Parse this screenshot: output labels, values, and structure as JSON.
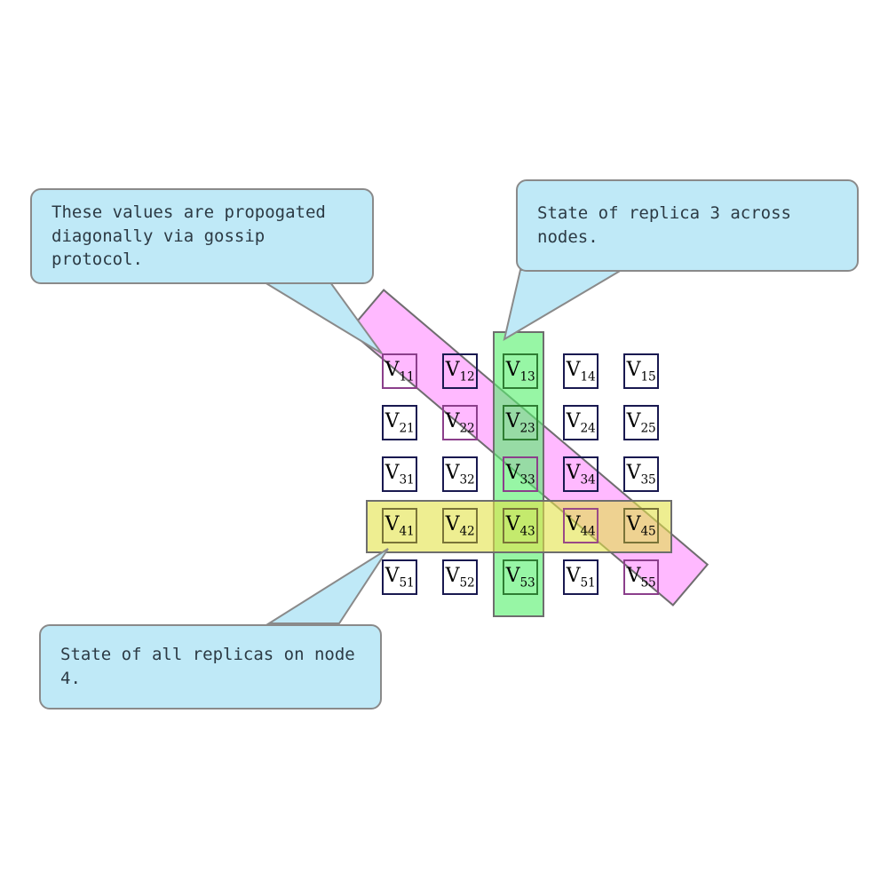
{
  "diagram": {
    "title": "Replicated value grid with gossip propagation",
    "colors": {
      "cell_border": "#191950",
      "column_highlight": "#57f06e",
      "row_highlight": "#e2e248",
      "diagonal_highlight": "#ff78ff",
      "callout_fill": "#bfe9f7",
      "callout_border": "#8a8a8a",
      "band_border": "#6e6e6e"
    },
    "grid": {
      "rows": 5,
      "columns": 5,
      "cells": [
        [
          {
            "label": "V",
            "sub": "11",
            "highlight": "diagonal"
          },
          {
            "label": "V",
            "sub": "12",
            "highlight": "none"
          },
          {
            "label": "V",
            "sub": "13",
            "highlight": "column"
          },
          {
            "label": "V",
            "sub": "14",
            "highlight": "none"
          },
          {
            "label": "V",
            "sub": "15",
            "highlight": "none"
          }
        ],
        [
          {
            "label": "V",
            "sub": "21",
            "highlight": "none"
          },
          {
            "label": "V",
            "sub": "22",
            "highlight": "diagonal"
          },
          {
            "label": "V",
            "sub": "23",
            "highlight": "column"
          },
          {
            "label": "V",
            "sub": "24",
            "highlight": "none"
          },
          {
            "label": "V",
            "sub": "25",
            "highlight": "none"
          }
        ],
        [
          {
            "label": "V",
            "sub": "31",
            "highlight": "none"
          },
          {
            "label": "V",
            "sub": "32",
            "highlight": "none"
          },
          {
            "label": "V",
            "sub": "33",
            "highlight": "column-diagonal"
          },
          {
            "label": "V",
            "sub": "34",
            "highlight": "none"
          },
          {
            "label": "V",
            "sub": "35",
            "highlight": "none"
          }
        ],
        [
          {
            "label": "V",
            "sub": "41",
            "highlight": "row"
          },
          {
            "label": "V",
            "sub": "42",
            "highlight": "row"
          },
          {
            "label": "V",
            "sub": "43",
            "highlight": "row-column"
          },
          {
            "label": "V",
            "sub": "44",
            "highlight": "row-diagonal"
          },
          {
            "label": "V",
            "sub": "45",
            "highlight": "row"
          }
        ],
        [
          {
            "label": "V",
            "sub": "51",
            "highlight": "none"
          },
          {
            "label": "V",
            "sub": "52",
            "highlight": "none"
          },
          {
            "label": "V",
            "sub": "53",
            "highlight": "column"
          },
          {
            "label": "V",
            "sub": "51",
            "highlight": "none"
          },
          {
            "label": "V",
            "sub": "55",
            "highlight": "diagonal"
          }
        ]
      ]
    },
    "bands": [
      {
        "name": "replica-3-column",
        "orientation": "vertical",
        "color": "#57f06e"
      },
      {
        "name": "node-4-row",
        "orientation": "horizontal",
        "color": "#e2e248"
      },
      {
        "name": "gossip-diagonal",
        "orientation": "diagonal",
        "color": "#ff78ff",
        "angle_deg": 40
      }
    ],
    "callouts": [
      {
        "name": "gossip-diagonal",
        "text": "These values are propogated\ndiagonally via gossip protocol."
      },
      {
        "name": "replica-3-column",
        "text": "State of replica 3 across nodes."
      },
      {
        "name": "node-4-row",
        "text": "State of all replicas on node 4."
      }
    ]
  }
}
